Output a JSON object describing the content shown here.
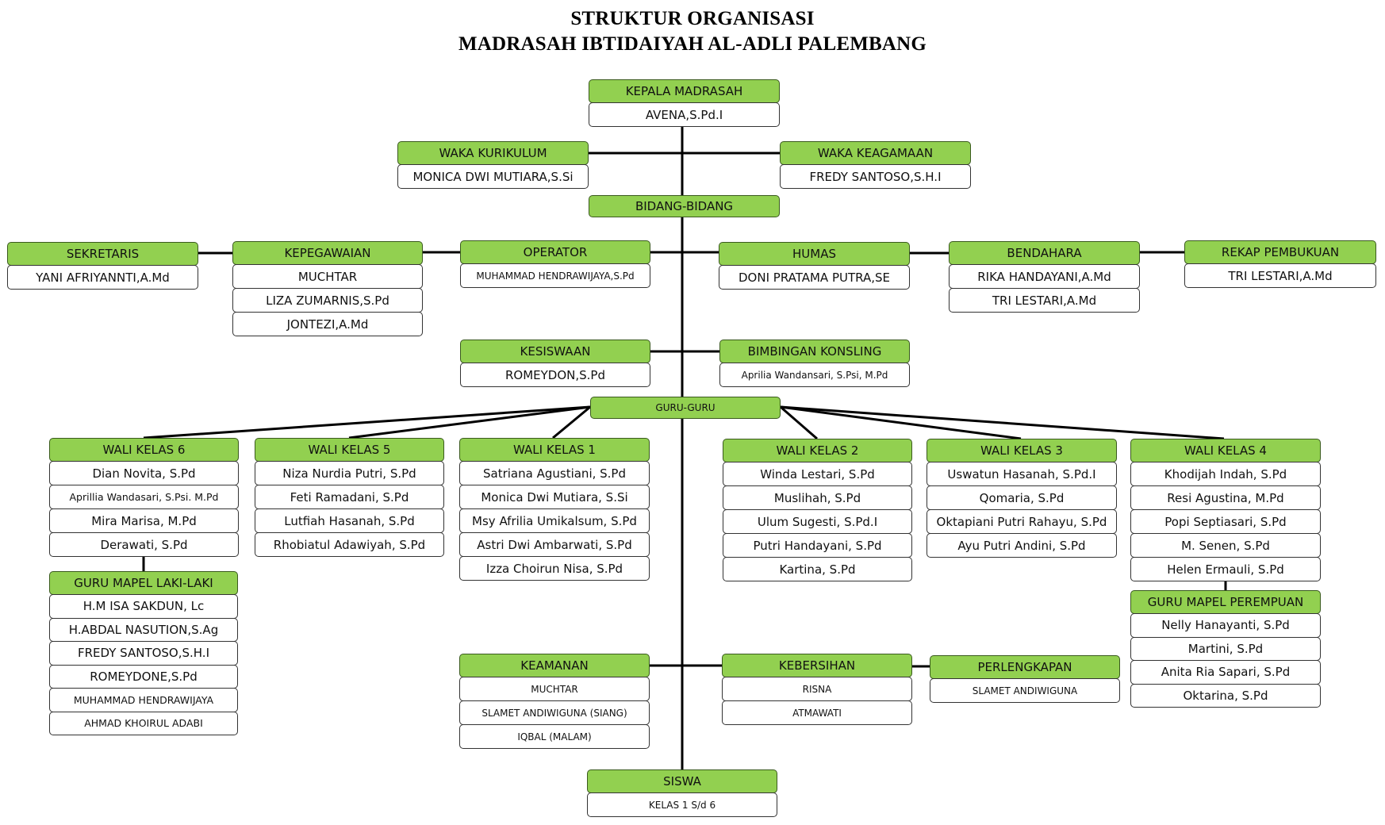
{
  "title": {
    "line1": "STRUKTUR ORGANISASI",
    "line2": "MADRASAH IBTIDAIYAH AL-ADLI PALEMBANG"
  },
  "colors": {
    "header_fill": "#92d050",
    "row_fill": "#ffffff",
    "connector": "#000000"
  },
  "nodes": {
    "kepala": {
      "title": "KEPALA MADRASAH",
      "members": [
        "AVENA,S.Pd.I"
      ]
    },
    "waka_kurikulum": {
      "title": "WAKA KURIKULUM",
      "members": [
        "MONICA DWI MUTIARA,S.Si"
      ]
    },
    "waka_keagamaan": {
      "title": "WAKA KEAGAMAAN",
      "members": [
        "FREDY SANTOSO,S.H.I"
      ]
    },
    "bidang": {
      "title": "BIDANG-BIDANG",
      "members": []
    },
    "sekretaris": {
      "title": "SEKRETARIS",
      "members": [
        "YANI AFRIYANNTI,A.Md"
      ]
    },
    "kepegawaian": {
      "title": "KEPEGAWAIAN",
      "members": [
        "MUCHTAR",
        "LIZA ZUMARNIS,S.Pd",
        "JONTEZI,A.Md"
      ]
    },
    "operator": {
      "title": "OPERATOR",
      "members": [
        "MUHAMMAD HENDRAWIJAYA,S.Pd"
      ]
    },
    "humas": {
      "title": "HUMAS",
      "members": [
        "DONI PRATAMA PUTRA,SE"
      ]
    },
    "bendahara": {
      "title": "BENDAHARA",
      "members": [
        "RIKA HANDAYANI,A.Md",
        "TRI LESTARI,A.Md"
      ]
    },
    "rekap": {
      "title": "REKAP PEMBUKUAN",
      "members": [
        "TRI LESTARI,A.Md"
      ]
    },
    "kesiswaan": {
      "title": "KESISWAAN",
      "members": [
        "ROMEYDON,S.Pd"
      ]
    },
    "bk": {
      "title": "BIMBINGAN KONSLING",
      "members": [
        "Aprilia Wandansari, S.Psi, M.Pd"
      ]
    },
    "guru": {
      "title": "GURU-GURU",
      "members": []
    },
    "wali6": {
      "title": "WALI KELAS 6",
      "members": [
        "Dian Novita, S.Pd",
        "Aprillia Wandasari, S.Psi. M.Pd",
        "Mira Marisa, M.Pd",
        "Derawati, S.Pd"
      ]
    },
    "wali5": {
      "title": "WALI KELAS 5",
      "members": [
        "Niza Nurdia Putri, S.Pd",
        "Feti Ramadani, S.Pd",
        "Lutfiah Hasanah, S.Pd",
        "Rhobiatul Adawiyah, S.Pd"
      ]
    },
    "wali1": {
      "title": "WALI KELAS 1",
      "members": [
        "Satriana Agustiani, S.Pd",
        "Monica Dwi Mutiara, S.Si",
        "Msy Afrilia Umikalsum, S.Pd",
        "Astri Dwi Ambarwati, S.Pd",
        "Izza Choirun Nisa, S.Pd"
      ]
    },
    "wali2": {
      "title": "WALI KELAS 2",
      "members": [
        "Winda Lestari, S.Pd",
        "Muslihah, S.Pd",
        "Ulum Sugesti, S.Pd.I",
        "Putri Handayani, S.Pd",
        "Kartina, S.Pd"
      ]
    },
    "wali3": {
      "title": "WALI KELAS 3",
      "members": [
        "Uswatun Hasanah, S.Pd.I",
        "Qomaria, S.Pd",
        "Oktapiani Putri Rahayu, S.Pd",
        "Ayu Putri Andini, S.Pd"
      ]
    },
    "wali4": {
      "title": "WALI KELAS 4",
      "members": [
        "Khodijah Indah, S.Pd",
        "Resi Agustina, M.Pd",
        "Popi Septiasari, S.Pd",
        "M. Senen, S.Pd",
        "Helen Ermauli, S.Pd"
      ]
    },
    "mapel_laki": {
      "title": "GURU MAPEL LAKI-LAKI",
      "members": [
        "H.M ISA SAKDUN, Lc",
        "H.ABDAL NASUTION,S.Ag",
        "FREDY SANTOSO,S.H.I",
        "ROMEYDONE,S.Pd",
        "MUHAMMAD HENDRAWIJAYA",
        "AHMAD KHOIRUL ADABI"
      ]
    },
    "mapel_perempuan": {
      "title": "GURU MAPEL PEREMPUAN",
      "members": [
        "Nelly Hanayanti, S.Pd",
        "Martini, S.Pd",
        "Anita Ria Sapari, S.Pd",
        "Oktarina, S.Pd"
      ]
    },
    "keamanan": {
      "title": "KEAMANAN",
      "members": [
        "MUCHTAR",
        "SLAMET ANDIWIGUNA (SIANG)",
        "IQBAL (MALAM)"
      ]
    },
    "kebersihan": {
      "title": "KEBERSIHAN",
      "members": [
        "RISNA",
        "ATMAWATI"
      ]
    },
    "perlengkapan": {
      "title": "PERLENGKAPAN",
      "members": [
        "SLAMET ANDIWIGUNA"
      ]
    },
    "siswa": {
      "title": "SISWA",
      "members": [
        "KELAS 1 S/d 6"
      ]
    }
  }
}
